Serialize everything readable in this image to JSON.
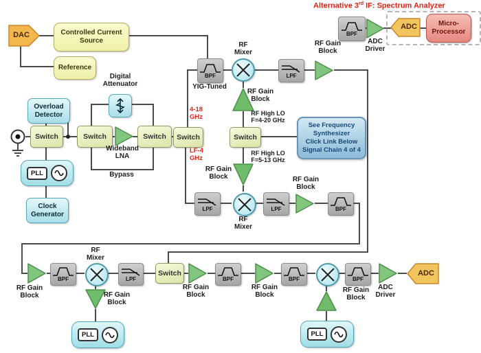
{
  "colors": {
    "wire": "#4a4a4a",
    "red_text": "#e02312",
    "amp_green": "#82c57e",
    "mixer_fill": "#c9ecf3",
    "switch_fill": "#e9edbc",
    "cyan_fill": "#bfe7ef",
    "filter_fill": "#b9b9b9",
    "converter_orange": "#f2b84e",
    "micro_fill": "#ec9a92",
    "synth_fill": "#a9cde2"
  },
  "common": {
    "switch": "Switch",
    "bpf": "BPF",
    "lpf": "LPF",
    "pll": "PLL",
    "rf_gain_block": "RF Gain Block",
    "rf_mixer": "RF Mixer",
    "adc": "ADC",
    "dac": "DAC",
    "adc_driver": "ADC Driver"
  },
  "top_left": {
    "controlled_current_source": "Controlled Current Source",
    "reference": "Reference"
  },
  "alt_if": {
    "title_prefix": "Alternative 3",
    "title_sup": "rd",
    "title_suffix": " IF: Spectrum Analyzer",
    "micro_processor": "Micro-Processor"
  },
  "input_section": {
    "overload_detector": "Overload Detector",
    "clock_generator": "Clock Generator"
  },
  "lna_section": {
    "digital_attenuator": "Digital Attenuator",
    "wideband_lna": "Wideband LNA",
    "bypass": "Bypass"
  },
  "band_labels": {
    "high": "4-18 GHz",
    "low": "LF-4 GHz"
  },
  "chain1": {
    "yig_tuned": "YIG-Tuned"
  },
  "lo_section": {
    "upper_name": "RF High LO",
    "upper_freq": "F=4-20 GHz",
    "lower_name": "RF High LO",
    "lower_freq": "F=5-13 GHz"
  },
  "synth_box": {
    "line1": "See Frequency",
    "line2": "Synthesizer",
    "line3": "Click Link Below",
    "line4": "Signal Chain 4 of 4"
  }
}
